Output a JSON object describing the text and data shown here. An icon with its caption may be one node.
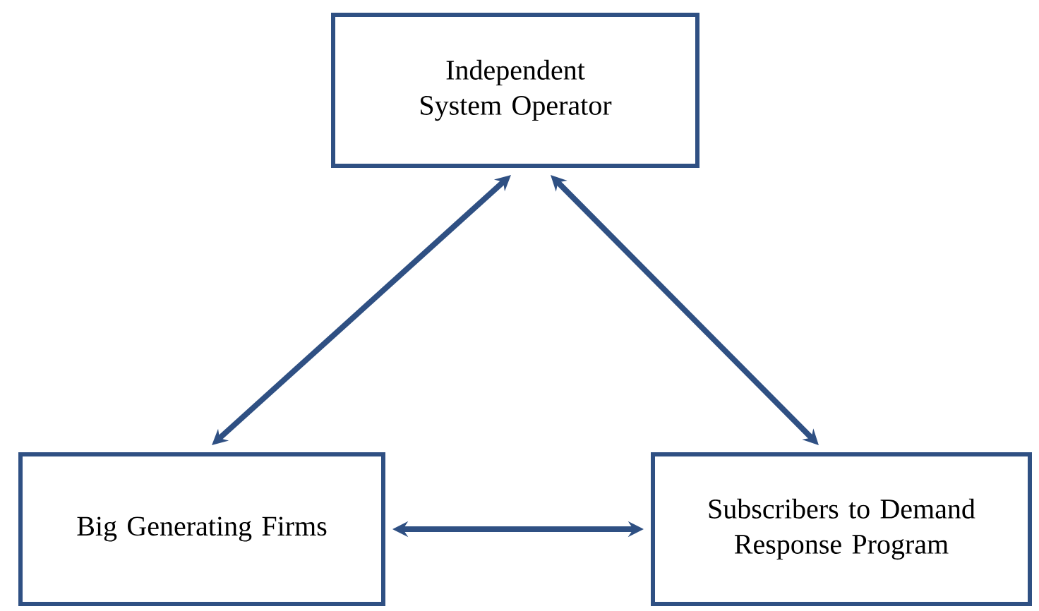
{
  "diagram": {
    "nodes": [
      {
        "text": [
          "Independent System Operator"
        ]
      },
      {
        "text": [
          "Big Generating Firms"
        ]
      },
      {
        "text": [
          "Subscribers to Demand Response Program"
        ]
      }
    ],
    "edges": [
      {
        "from": 0,
        "to": 1,
        "arrow": "both"
      },
      {
        "from": 0,
        "to": 2,
        "arrow": "both"
      },
      {
        "from": 1,
        "to": 2,
        "arrow": "both"
      }
    ]
  }
}
